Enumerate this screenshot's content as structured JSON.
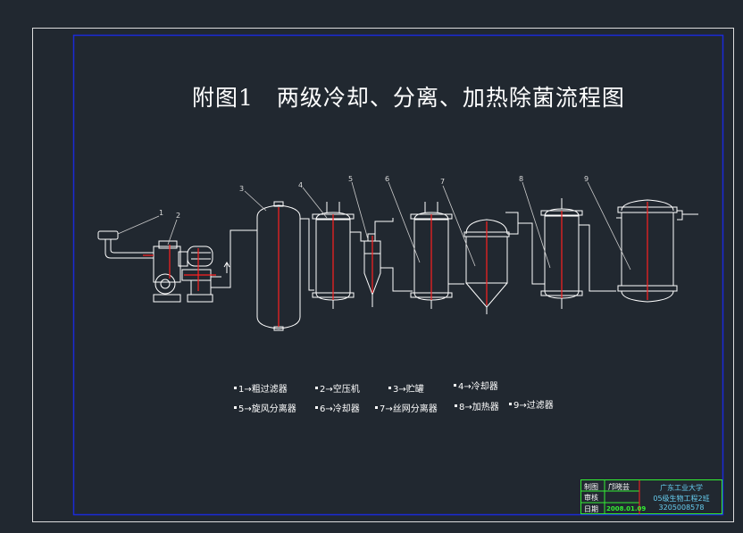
{
  "title": "附图1　两级冷却、分离、加热除菌流程图",
  "callouts": [
    "1",
    "2",
    "3",
    "4",
    "5",
    "6",
    "7",
    "8",
    "9"
  ],
  "legend": [
    {
      "text": "1→粗过滤器"
    },
    {
      "text": "2→空压机"
    },
    {
      "text": "3→贮罐"
    },
    {
      "text": "4→冷却器"
    },
    {
      "text": "5→旋风分离器"
    },
    {
      "text": "6→冷却器"
    },
    {
      "text": "7→丝网分离器"
    },
    {
      "text": "8→加热器"
    },
    {
      "text": "9→过滤器"
    }
  ],
  "title_block": {
    "drawn_label": "制图",
    "drawn_name": "邝晓芸",
    "review_label": "审核",
    "review_value": "",
    "date_label": "日期",
    "date_value": "2008.01.09",
    "school": "广东工业大学",
    "class_name": "05级生物工程2班",
    "student_id": "3205008578"
  },
  "colors": {
    "background": "#212830",
    "outer_border": "#dddddd",
    "inner_border": "#1a2ad8",
    "equipment": "#ffffff",
    "centerline": "#ff2020",
    "title_block_green": "#33ee33",
    "title_block_cyan": "#66ccee"
  }
}
